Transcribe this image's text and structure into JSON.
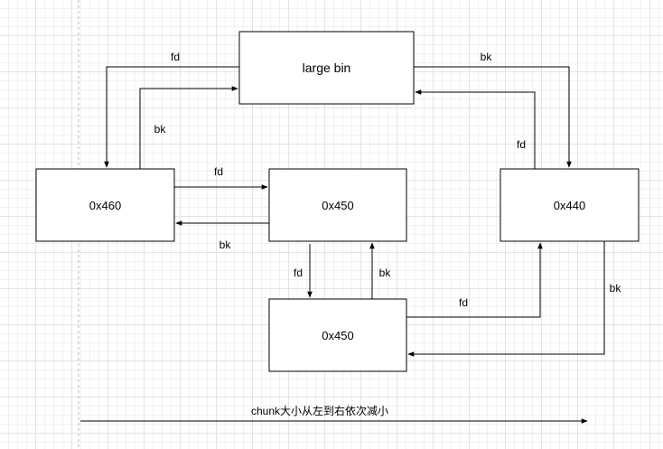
{
  "nodes": {
    "large_bin": "large bin",
    "chunk_460": "0x460",
    "chunk_450_top": "0x450",
    "chunk_450_bottom": "0x450",
    "chunk_440": "0x440"
  },
  "edges": {
    "largebin_to_460": "fd",
    "chunk460_to_largebin": "bk",
    "largebin_to_440": "bk",
    "chunk440_to_largebin": "fd",
    "chunk460_to_450": "fd",
    "chunk450_to_460": "bk",
    "chunk450_to_450b": "fd",
    "chunk450b_to_450": "bk",
    "chunk450b_to_440": "fd",
    "chunk440_to_450b": "bk"
  },
  "footer": {
    "caption": "chunk大小从左到右依次减小"
  }
}
